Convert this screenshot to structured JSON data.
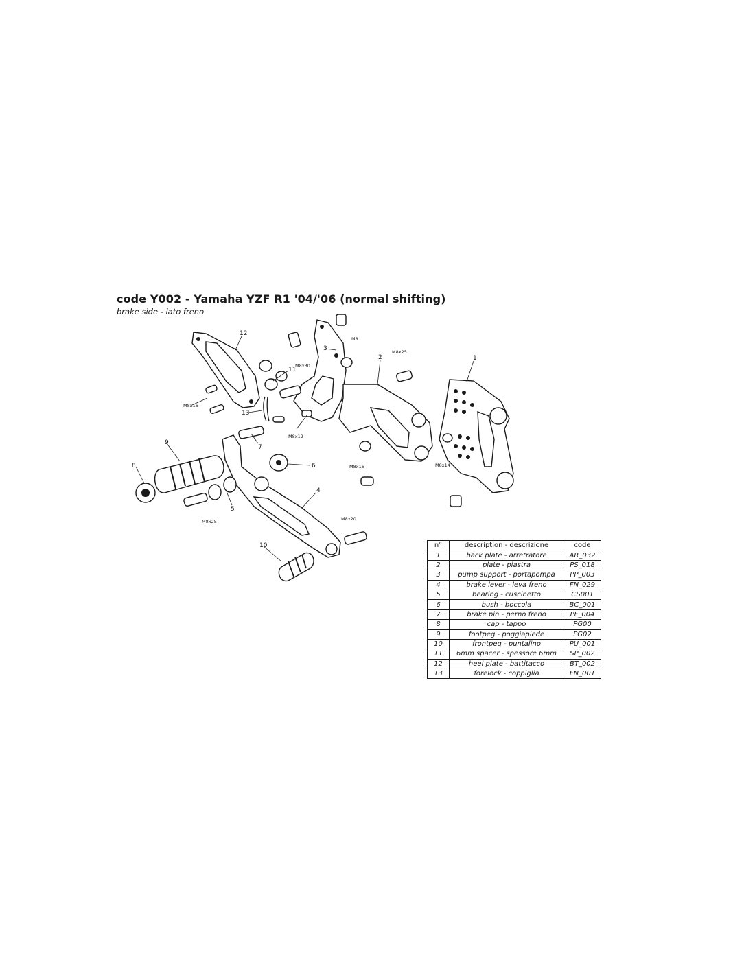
{
  "title": "code Y002 - Yamaha YZF R1 '04/'06 (normal shifting)",
  "subtitle": "brake side - lato freno",
  "callouts": {
    "p1": "1",
    "p2": "2",
    "p3": "3",
    "p4": "4",
    "p5": "5",
    "p6": "6",
    "p7": "7",
    "p8": "8",
    "p9": "9",
    "p10": "10",
    "p11": "11",
    "p12": "12",
    "p13": "13",
    "m8": "M8",
    "m8x30": "M8x30",
    "m8x25_top": "M8x25",
    "m8x16_left": "M8x16",
    "m8x12": "M8x12",
    "m8x16_mid": "M8x16",
    "m8x14": "M8x14",
    "m8x25_bottom": "M8x25",
    "m8x20": "M8x20"
  },
  "table": {
    "headers": [
      "n°",
      "description - descrizione",
      "code"
    ],
    "rows": [
      [
        "1",
        "back plate - arretratore",
        "AR_032"
      ],
      [
        "2",
        "plate - piastra",
        "PS_018"
      ],
      [
        "3",
        "pump support - portapompa",
        "PP_003"
      ],
      [
        "4",
        "brake lever - leva freno",
        "FN_029"
      ],
      [
        "5",
        "bearing - cuscinetto",
        "CS001"
      ],
      [
        "6",
        "bush - boccola",
        "BC_001"
      ],
      [
        "7",
        "brake pin - perno freno",
        "PF_004"
      ],
      [
        "8",
        "cap - tappo",
        "PG00"
      ],
      [
        "9",
        "footpeg - poggiapiede",
        "PG02"
      ],
      [
        "10",
        "frontpeg - puntalino",
        "PU_001"
      ],
      [
        "11",
        "6mm spacer - spessore 6mm",
        "SP_002"
      ],
      [
        "12",
        "heel plate - battitacco",
        "BT_002"
      ],
      [
        "13",
        "forelock - coppiglia",
        "FN_001"
      ]
    ]
  }
}
